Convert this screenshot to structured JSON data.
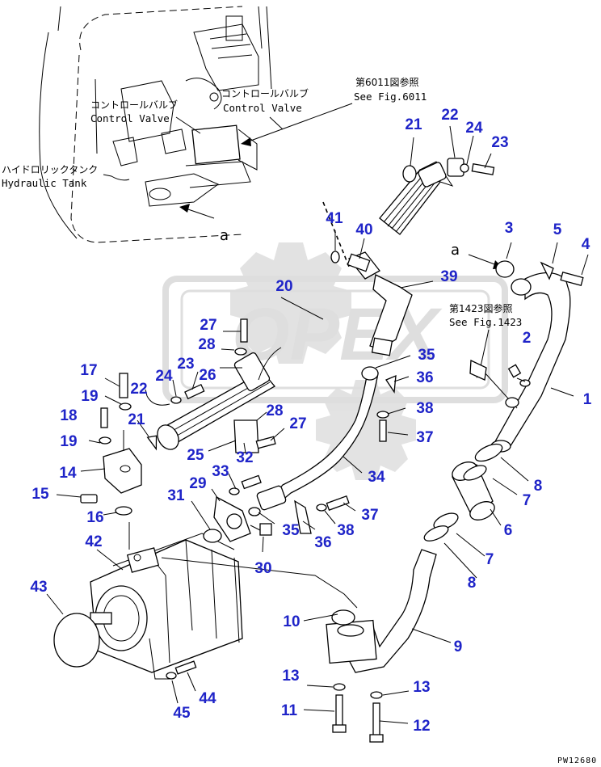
{
  "annotations": {
    "control_valve_jp_1": "コントロールバルブ",
    "control_valve_en_1": "Control Valve",
    "control_valve_jp_2": "コントロールバルブ",
    "control_valve_en_2": "Control Valve",
    "hydraulic_tank_jp": "ハイドロリックタンク",
    "hydraulic_tank_en": "Hydraulic Tank",
    "see_fig_6011_jp": "第6011図参照",
    "see_fig_6011_en": "See Fig.6011",
    "see_fig_1423_jp": "第1423図参照",
    "see_fig_1423_en": "See Fig.1423",
    "view_a_1": "a",
    "view_a_2": "a"
  },
  "watermark": "OPEX",
  "drawing_code": "PW12680",
  "callouts": [
    {
      "id": "c1",
      "label": "1"
    },
    {
      "id": "c2",
      "label": "2"
    },
    {
      "id": "c3",
      "label": "3"
    },
    {
      "id": "c4",
      "label": "4"
    },
    {
      "id": "c5",
      "label": "5"
    },
    {
      "id": "c6",
      "label": "6"
    },
    {
      "id": "c7a",
      "label": "7"
    },
    {
      "id": "c7b",
      "label": "7"
    },
    {
      "id": "c8a",
      "label": "8"
    },
    {
      "id": "c8b",
      "label": "8"
    },
    {
      "id": "c9",
      "label": "9"
    },
    {
      "id": "c10",
      "label": "10"
    },
    {
      "id": "c11",
      "label": "11"
    },
    {
      "id": "c12",
      "label": "12"
    },
    {
      "id": "c13a",
      "label": "13"
    },
    {
      "id": "c13b",
      "label": "13"
    },
    {
      "id": "c14",
      "label": "14"
    },
    {
      "id": "c15",
      "label": "15"
    },
    {
      "id": "c16",
      "label": "16"
    },
    {
      "id": "c17",
      "label": "17"
    },
    {
      "id": "c18",
      "label": "18"
    },
    {
      "id": "c19a",
      "label": "19"
    },
    {
      "id": "c19b",
      "label": "19"
    },
    {
      "id": "c20",
      "label": "20"
    },
    {
      "id": "c21a",
      "label": "21"
    },
    {
      "id": "c21b",
      "label": "21"
    },
    {
      "id": "c22a",
      "label": "22"
    },
    {
      "id": "c22b",
      "label": "22"
    },
    {
      "id": "c23a",
      "label": "23"
    },
    {
      "id": "c23b",
      "label": "23"
    },
    {
      "id": "c24a",
      "label": "24"
    },
    {
      "id": "c24b",
      "label": "24"
    },
    {
      "id": "c25",
      "label": "25"
    },
    {
      "id": "c26",
      "label": "26"
    },
    {
      "id": "c27a",
      "label": "27"
    },
    {
      "id": "c27b",
      "label": "27"
    },
    {
      "id": "c28a",
      "label": "28"
    },
    {
      "id": "c28b",
      "label": "28"
    },
    {
      "id": "c29",
      "label": "29"
    },
    {
      "id": "c30",
      "label": "30"
    },
    {
      "id": "c31",
      "label": "31"
    },
    {
      "id": "c32",
      "label": "32"
    },
    {
      "id": "c33",
      "label": "33"
    },
    {
      "id": "c34",
      "label": "34"
    },
    {
      "id": "c35a",
      "label": "35"
    },
    {
      "id": "c35b",
      "label": "35"
    },
    {
      "id": "c36a",
      "label": "36"
    },
    {
      "id": "c36b",
      "label": "36"
    },
    {
      "id": "c37a",
      "label": "37"
    },
    {
      "id": "c37b",
      "label": "37"
    },
    {
      "id": "c38a",
      "label": "38"
    },
    {
      "id": "c38b",
      "label": "38"
    },
    {
      "id": "c39",
      "label": "39"
    },
    {
      "id": "c40",
      "label": "40"
    },
    {
      "id": "c41",
      "label": "41"
    },
    {
      "id": "c42",
      "label": "42"
    },
    {
      "id": "c43",
      "label": "43"
    },
    {
      "id": "c44",
      "label": "44"
    },
    {
      "id": "c45",
      "label": "45"
    }
  ]
}
